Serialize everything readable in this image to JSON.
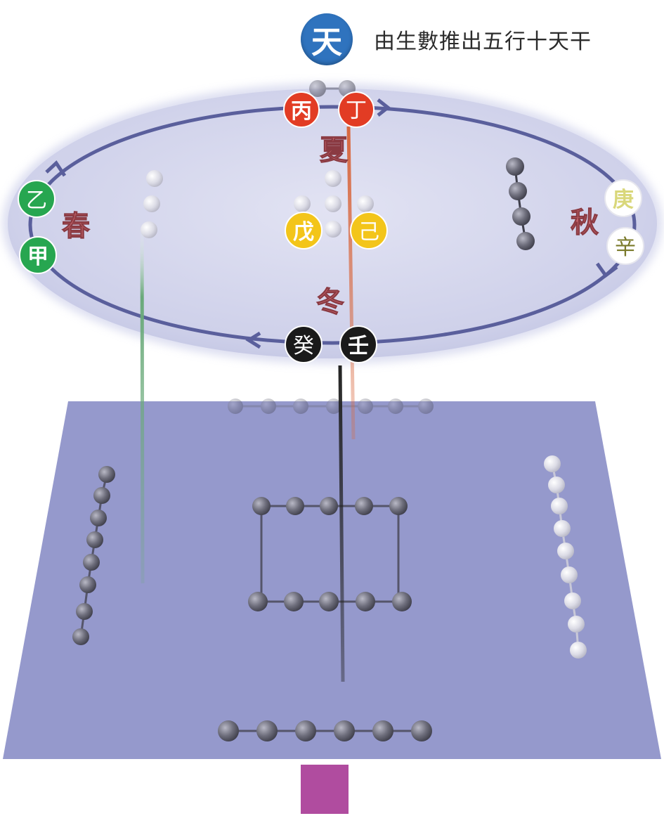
{
  "header": {
    "badge": "天",
    "title": "由生數推出五行十天干"
  },
  "seasons": {
    "spring": "春",
    "summer": "夏",
    "autumn": "秋",
    "winter": "冬"
  },
  "stems": {
    "jia": {
      "label": "甲",
      "color": "#27a650"
    },
    "yi": {
      "label": "乙",
      "color": "#27a650"
    },
    "bing": {
      "label": "丙",
      "color": "#e23c24"
    },
    "ding": {
      "label": "丁",
      "color": "#e23c24"
    },
    "wu": {
      "label": "戊",
      "color": "#f3c51a"
    },
    "ji": {
      "label": "己",
      "color": "#f3c51a"
    },
    "geng": {
      "label": "庚",
      "color": "#ffffff"
    },
    "xin": {
      "label": "辛",
      "color": "#ffffff"
    },
    "ren": {
      "label": "壬",
      "color": "#1a1a1a"
    },
    "gui": {
      "label": "癸",
      "color": "#1a1a1a"
    }
  },
  "colors": {
    "ellipse_fill": "#d6d8ee",
    "orbit": "#5a5f9c",
    "plane": "#9599cc",
    "season_text": "#c9676e",
    "bead": "#6a6a78",
    "base": "#b04c9f"
  }
}
